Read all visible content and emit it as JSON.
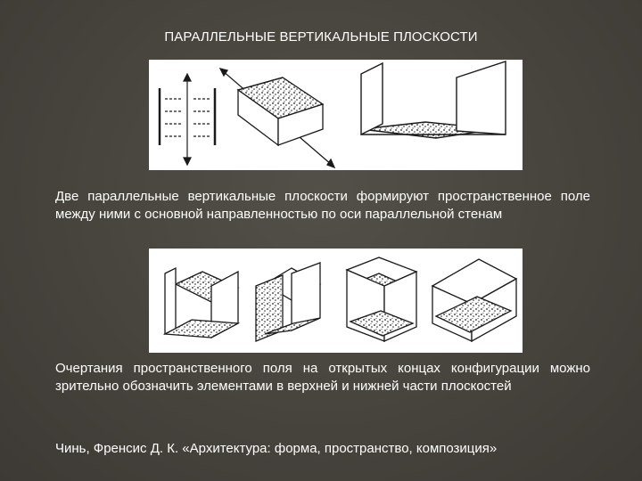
{
  "slide": {
    "title": "ПАРАЛЛЕЛЬНЫЕ ВЕРТИКАЛЬНЫЕ ПЛОСКОСТИ",
    "paragraph_1": "Две параллельные вертикальные плоскости формируют пространственное поле между ними с основной направленностью по оси параллельной стенам",
    "paragraph_2": "Очертания пространственного поля на открытых концах конфигурации можно зрительно обозначить элементами в верхней и нижней части плоскостей",
    "citation": "Чинь, Френсис Д. К. «Архитектура: форма, пространство, композиция»"
  },
  "colors": {
    "background": "#4a4640",
    "text": "#ffffff",
    "figure_bg": "#ffffff",
    "ink": "#1a1a1a"
  },
  "illustrations": {
    "top": [
      "plan-with-arrows-icon",
      "box-with-diagonal-axis-icon",
      "parallel-walls-icon"
    ],
    "bottom": [
      "walls-with-base-icon",
      "walls-with-frame-icon",
      "walls-with-top-and-base-icon",
      "closed-box-icon"
    ]
  }
}
